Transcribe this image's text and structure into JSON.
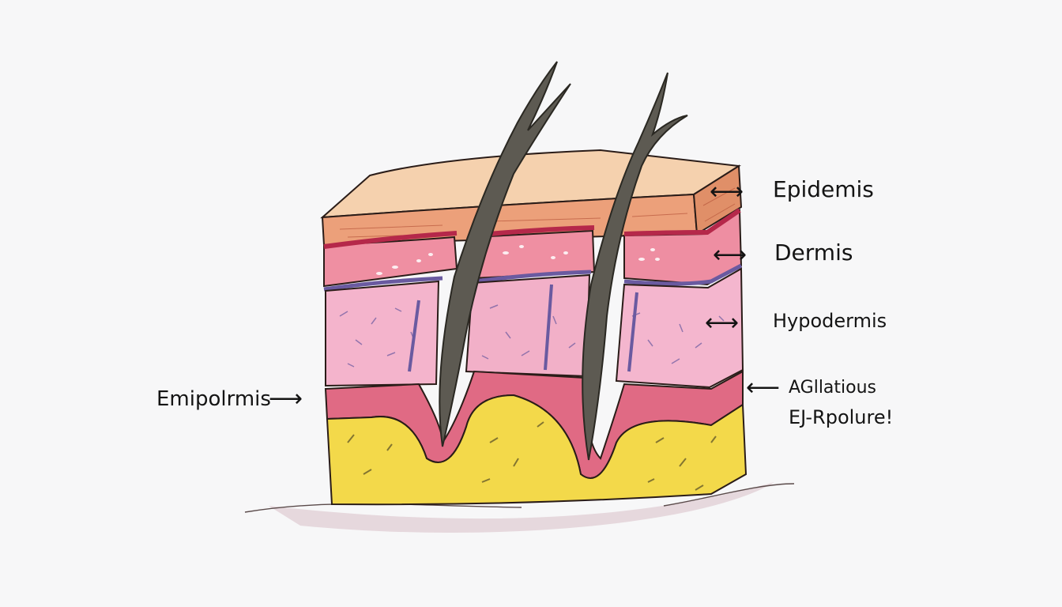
{
  "labels": {
    "epidermis_right": "Epidemis",
    "dermis_right": "Dermis",
    "hypodermis_right": "Hypodermis",
    "left_label": "Emipolrmis",
    "bottom_right_line1": "AGllatious",
    "bottom_right_line2": "EJ-Rpolure!"
  },
  "colors": {
    "background": "#f7f7f8",
    "epidermis_top": "#f3c7a0",
    "epidermis_front": "#e99a72",
    "dermis": "#e46e8c",
    "dermis_dark": "#c13a5a",
    "hypodermis": "#f1a7c4",
    "fat_layer": "#f2d43c",
    "hair": "#5c5a52",
    "ink": "#141414",
    "vessel": "#6a5aa0"
  }
}
